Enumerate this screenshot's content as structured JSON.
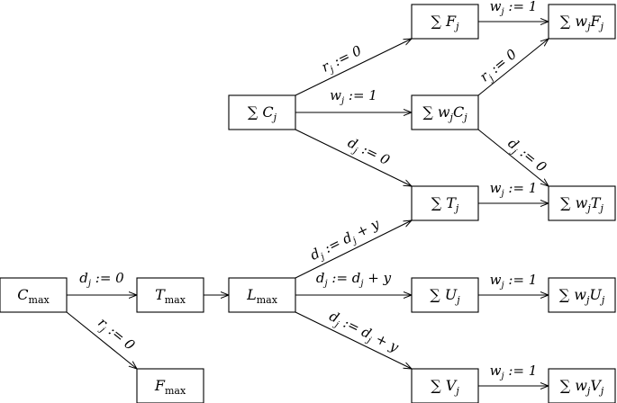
{
  "nodes": [
    {
      "id": "cmax",
      "label": "C_max"
    },
    {
      "id": "tmax",
      "label": "T_max"
    },
    {
      "id": "lmax",
      "label": "L_max"
    },
    {
      "id": "fmax",
      "label": "F_max"
    },
    {
      "id": "sumc",
      "label": "∑ C_j"
    },
    {
      "id": "sumf",
      "label": "∑ F_j"
    },
    {
      "id": "sumwc",
      "label": "∑ w_jC_j"
    },
    {
      "id": "sumt",
      "label": "∑ T_j"
    },
    {
      "id": "sumu",
      "label": "∑ U_j"
    },
    {
      "id": "sumv",
      "label": "∑ V_j"
    },
    {
      "id": "sumwf",
      "label": "∑ w_jF_j"
    },
    {
      "id": "sumwt",
      "label": "∑ w_jT_j"
    },
    {
      "id": "sumwu",
      "label": "∑ w_jU_j"
    },
    {
      "id": "sumwv",
      "label": "∑ w_jV_j"
    }
  ],
  "edges": [
    {
      "from": "cmax",
      "to": "tmax",
      "label": "d_j := 0"
    },
    {
      "from": "cmax",
      "to": "fmax",
      "label": "r_j := 0"
    },
    {
      "from": "tmax",
      "to": "lmax",
      "label": ""
    },
    {
      "from": "lmax",
      "to": "sumt",
      "label": "d_j := d_j + y"
    },
    {
      "from": "lmax",
      "to": "sumu",
      "label": "d_j := d_j + y"
    },
    {
      "from": "lmax",
      "to": "sumv",
      "label": "d_j := d_j + y"
    },
    {
      "from": "sumc",
      "to": "sumf",
      "label": "r_j := 0"
    },
    {
      "from": "sumc",
      "to": "sumwc",
      "label": "w_j := 1"
    },
    {
      "from": "sumc",
      "to": "sumt",
      "label": "d_j := 0"
    },
    {
      "from": "sumf",
      "to": "sumwf",
      "label": "w_j := 1"
    },
    {
      "from": "sumwc",
      "to": "sumwf",
      "label": "r_j := 0"
    },
    {
      "from": "sumwc",
      "to": "sumwt",
      "label": "d_j := 0"
    },
    {
      "from": "sumt",
      "to": "sumwt",
      "label": "w_j := 1"
    },
    {
      "from": "sumu",
      "to": "sumwu",
      "label": "w_j := 1"
    },
    {
      "from": "sumv",
      "to": "sumwv",
      "label": "w_j := 1"
    }
  ]
}
